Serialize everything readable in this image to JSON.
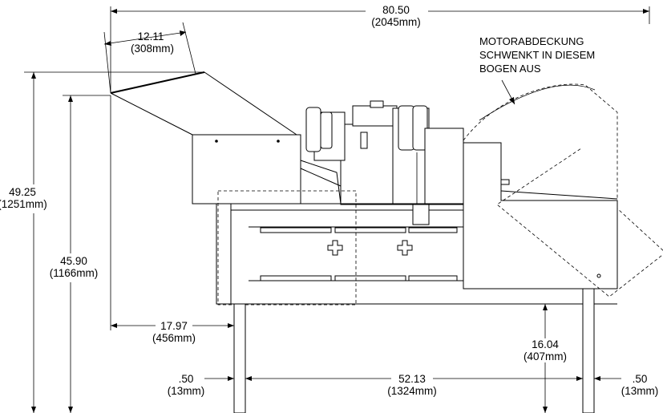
{
  "dimensions": {
    "overall_length": {
      "value": "80.50",
      "metric": "(2045mm)"
    },
    "chute_offset": {
      "value": "12.11",
      "metric": "(308mm)"
    },
    "overall_height": {
      "value": "49.25",
      "metric": "(1251mm)"
    },
    "chute_height": {
      "value": "45.90",
      "metric": "(1166mm)"
    },
    "front_overhang": {
      "value": "17.97",
      "metric": "(456mm)"
    },
    "floor_clearance": {
      "value": "16.04",
      "metric": "(407mm)"
    },
    "leg_left": {
      "value": ".50",
      "metric": "(13mm)"
    },
    "leg_span": {
      "value": "52.13",
      "metric": "(1324mm)"
    },
    "leg_right": {
      "value": ".50",
      "metric": "(13mm)"
    }
  },
  "note": {
    "line1": "MOTORABDECKUNG",
    "line2": "SCHWENKT IN DIESEM",
    "line3": "BOGEN AUS"
  }
}
